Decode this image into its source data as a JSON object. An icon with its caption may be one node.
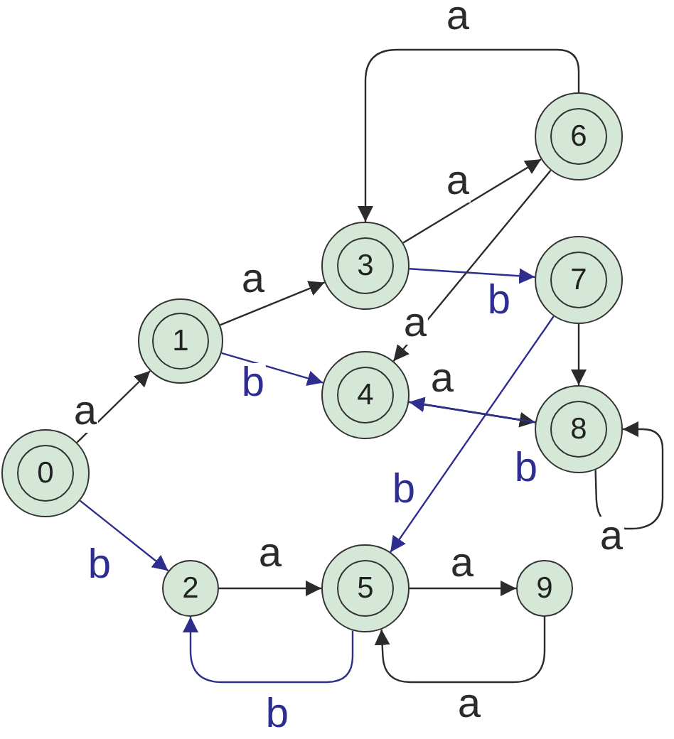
{
  "diagram": {
    "nodes": [
      {
        "text": [
          "0"
        ]
      },
      {
        "text": [
          "1"
        ]
      },
      {
        "text": [
          "2"
        ]
      },
      {
        "text": [
          "3"
        ]
      },
      {
        "text": [
          "4"
        ]
      },
      {
        "text": [
          "5"
        ]
      },
      {
        "text": [
          "6"
        ]
      },
      {
        "text": [
          "7"
        ]
      },
      {
        "text": [
          "8"
        ]
      },
      {
        "text": [
          "9"
        ]
      }
    ],
    "edges": [
      {
        "from": 0,
        "to": 1,
        "arrow": "to",
        "label": "a"
      },
      {
        "from": 0,
        "to": 2,
        "arrow": "to",
        "label": "b",
        "color": "#2e2e8f"
      },
      {
        "from": 1,
        "to": 3,
        "arrow": "to",
        "label": "a"
      },
      {
        "from": 1,
        "to": 4,
        "arrow": "to",
        "label": "b",
        "color": "#2e2e8f"
      },
      {
        "from": 3,
        "to": 6,
        "arrow": "to",
        "label": "a"
      },
      {
        "from": 3,
        "to": 7,
        "arrow": "to",
        "label": "b",
        "color": "#2e2e8f"
      },
      {
        "from": 6,
        "to": 3,
        "arrow": "to",
        "label": "a"
      },
      {
        "from": 6,
        "to": 4,
        "arrow": "to",
        "label": "a"
      },
      {
        "from": 7,
        "to": 8,
        "arrow": "to"
      },
      {
        "from": 7,
        "to": 5,
        "arrow": "to",
        "label": "b",
        "color": "#2e2e8f"
      },
      {
        "from": 4,
        "to": 8,
        "arrow": "to",
        "label": "a"
      },
      {
        "from": 8,
        "to": 4,
        "arrow": "to",
        "label": "b",
        "color": "#2e2e8f"
      },
      {
        "from": 8,
        "to": 8,
        "arrow": "to",
        "label": "a"
      },
      {
        "from": 2,
        "to": 5,
        "arrow": "to",
        "label": "a"
      },
      {
        "from": 5,
        "to": 9,
        "arrow": "to",
        "label": "a"
      },
      {
        "from": 9,
        "to": 5,
        "arrow": "to",
        "label": "a"
      },
      {
        "from": 5,
        "to": 2,
        "arrow": "to",
        "label": "b",
        "color": "#2e2e8f"
      }
    ]
  }
}
